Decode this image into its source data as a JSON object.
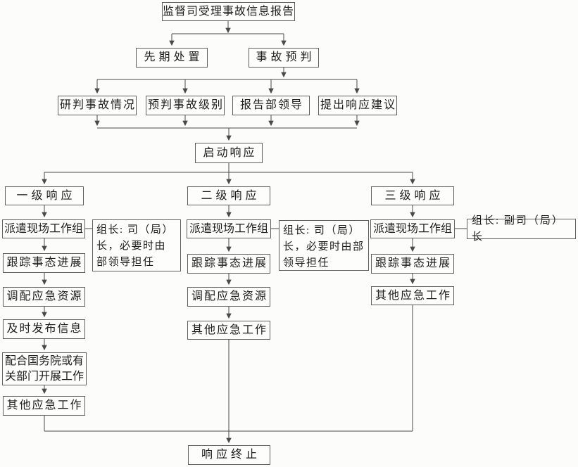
{
  "flowchart": {
    "top": "监督司受理事故信息报告",
    "stage2": {
      "early": "先期处置",
      "forecast": "事故预判"
    },
    "stage3": [
      "研判事故情况",
      "预判事故级别",
      "报告部领导",
      "提出响应建议"
    ],
    "start": "启动响应",
    "columns": [
      {
        "level": "一级响应",
        "steps": [
          "派遣现场工作组",
          "跟踪事态进展",
          "调配应急资源",
          "及时发布信息",
          "配合国务院或有关部门开展工作",
          "其他应急工作"
        ],
        "note": "组长: 司（局）长，必要时由部领导担任"
      },
      {
        "level": "二级响应",
        "steps": [
          "派遣现场工作组",
          "跟踪事态进展",
          "调配应急资源",
          "其他应急工作"
        ],
        "note": "组长: 司（局）长，必要时由部领导担任"
      },
      {
        "level": "三级响应",
        "steps": [
          "派遣现场工作组",
          "跟踪事态进展",
          "其他应急工作"
        ],
        "note": "组长: 副司（局）长"
      }
    ],
    "end": "响应终止",
    "colors": {
      "line": "#4a4a4a",
      "box_border": "#5f5f5f",
      "background": "#fcfcfa"
    }
  }
}
